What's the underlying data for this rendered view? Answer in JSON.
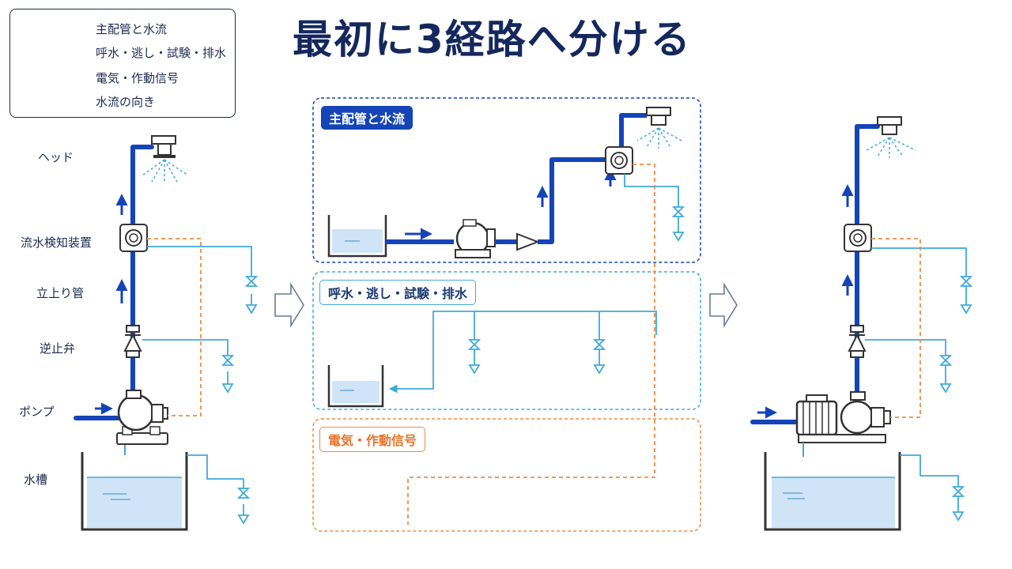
{
  "title": "最初に3経路へ分ける",
  "legend": [
    {
      "label": "主配管と水流",
      "style": "main",
      "color": "#1444b8"
    },
    {
      "label": "呼水・逃し・試験・排水",
      "style": "aux",
      "color": "#3fa9dc"
    },
    {
      "label": "電気・作動信号",
      "style": "elec",
      "color": "#f08a45"
    },
    {
      "label": "水流の向き",
      "style": "arrow",
      "color": "#1444b8"
    }
  ],
  "component_labels": {
    "head": "ヘッド",
    "flow_detector": "流水検知装置",
    "riser": "立上り管",
    "check_valve": "逆止弁",
    "pump": "ポンプ",
    "tank": "水槽"
  },
  "panels": {
    "main": "主配管と水流",
    "aux": "呼水・逃し・試験・排水",
    "elec": "電気・作動信号"
  },
  "colors": {
    "main": "#1444b8",
    "aux": "#3fa9dc",
    "elec": "#f08a45",
    "text": "#15285e",
    "water": "#cfe4f6"
  }
}
